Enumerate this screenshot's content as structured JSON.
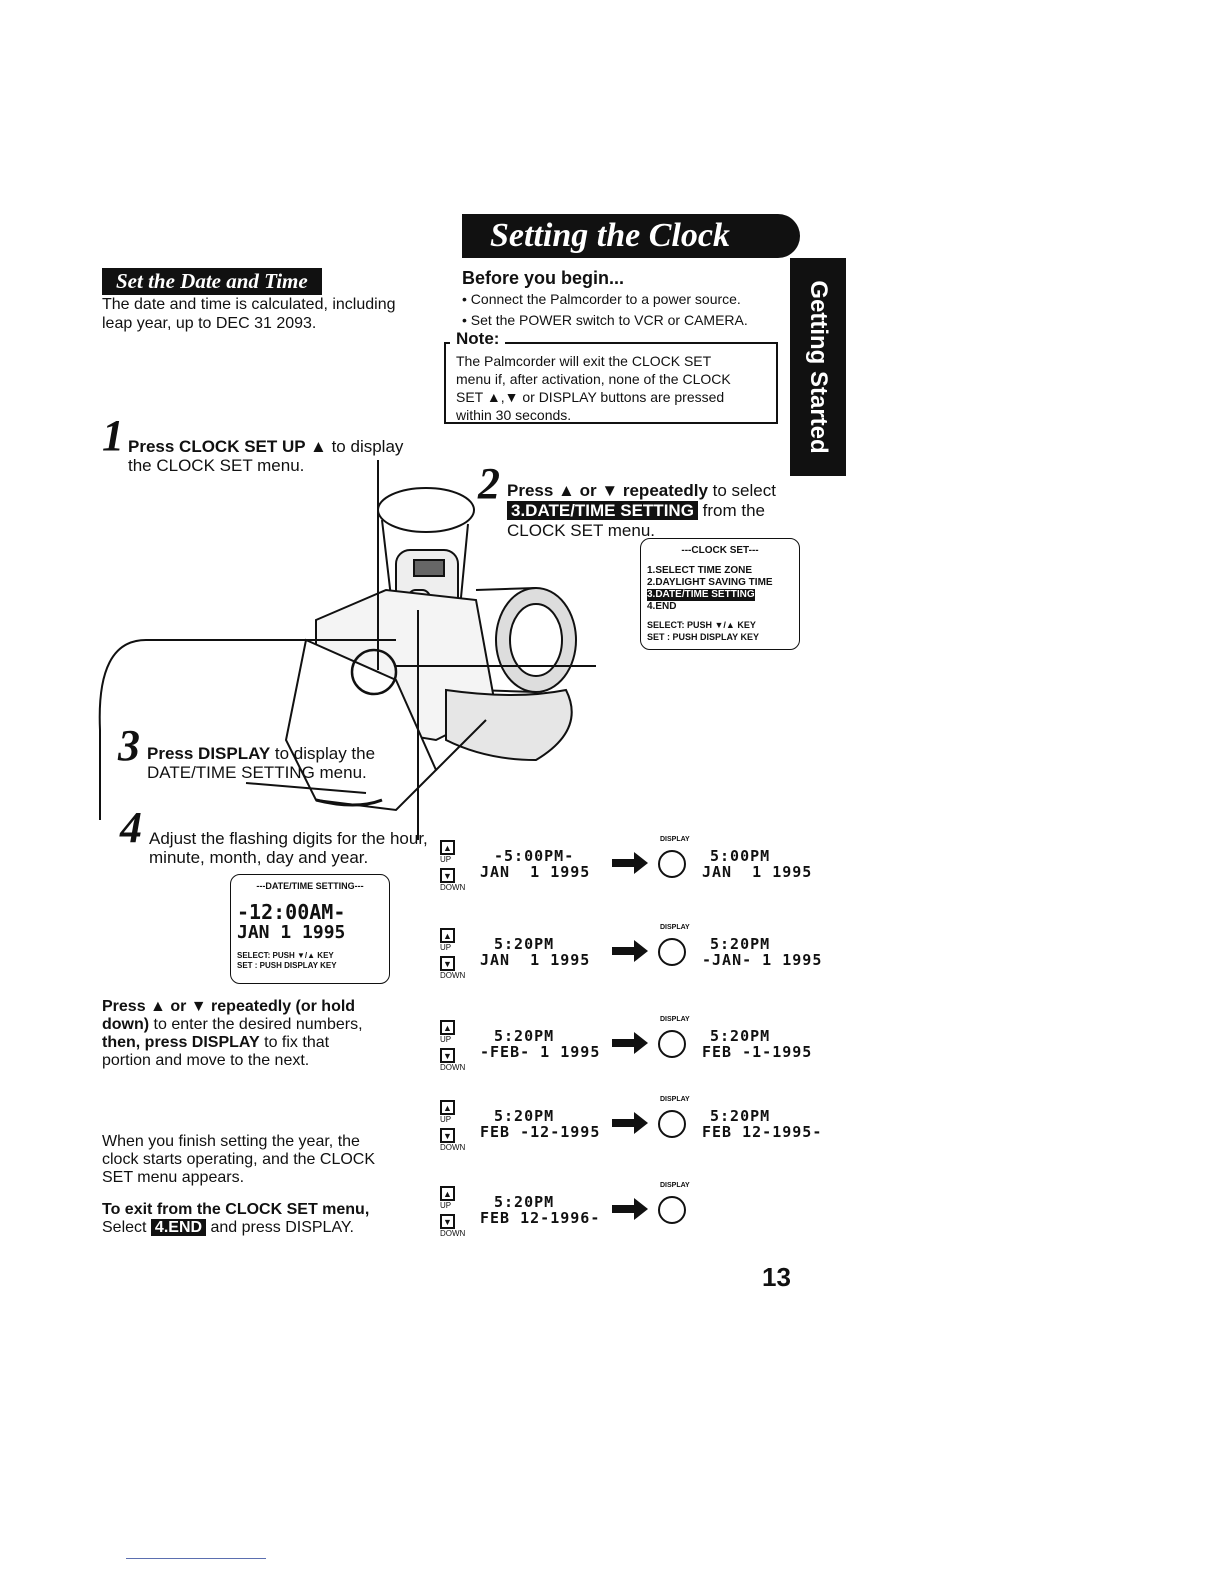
{
  "header": {
    "title": "Setting the Clock",
    "side_tab": "Getting Started"
  },
  "section": {
    "subtitle": "Set the Date and Time",
    "intro_line1": "The date and time is calculated, including",
    "intro_line2": "leap year, up to DEC 31 2093."
  },
  "before": {
    "title": "Before you begin...",
    "bullet1": "• Connect the Palmcorder to a power source.",
    "bullet2": "• Set the POWER switch to VCR or CAMERA."
  },
  "note": {
    "label": "Note:",
    "line1": "The Palmcorder will exit the CLOCK SET",
    "line2": "menu if, after activation, none of the CLOCK",
    "line3": "SET ▲,▼ or DISPLAY buttons are pressed",
    "line4": "within 30 seconds."
  },
  "steps": {
    "s1_num": "1",
    "s1_bold": "Press CLOCK SET UP ▲",
    "s1_rest": " to display",
    "s1_line2": "the CLOCK SET menu.",
    "s2_num": "2",
    "s2_bold": "Press ▲ or ▼ repeatedly",
    "s2_rest": " to select",
    "s2_highlight": "3.DATE/TIME SETTING",
    "s2_after": " from the",
    "s2_line3": "CLOCK SET menu.",
    "s3_num": "3",
    "s3_bold": "Press DISPLAY",
    "s3_rest": " to display the",
    "s3_line2": "DATE/TIME SETTING menu.",
    "s4_num": "4",
    "s4_line1": "Adjust the flashing digits for the hour,",
    "s4_line2": "minute, month, day and year."
  },
  "clock_menu": {
    "title": "---CLOCK SET---",
    "item1": "1.SELECT TIME ZONE",
    "item2": "2.DAYLIGHT SAVING TIME",
    "item3": "3.DATE/TIME SETTING",
    "item4": "4.END",
    "select": "SELECT: PUSH ▼/▲ KEY",
    "set": "SET    : PUSH DISPLAY KEY"
  },
  "datetime_menu": {
    "title": "---DATE/TIME SETTING---",
    "time": "-12:00AM-",
    "date": "JAN  1 1995",
    "select": "SELECT: PUSH ▼/▲ KEY",
    "set": "SET    : PUSH DISPLAY KEY"
  },
  "instructions": {
    "p1_bold1": "Press ▲ or ▼ repeatedly (or hold",
    "p1_bold2": "down)",
    "p1_rest1": " to enter the desired numbers,",
    "p1_bold3": "then, press DISPLAY",
    "p1_rest2": " to fix that",
    "p1_line4": "portion and move to the next.",
    "p2_line1": "When you finish setting the year, the",
    "p2_line2": "clock starts operating, and the CLOCK",
    "p2_line3": "SET menu appears.",
    "p3_bold": "To exit from the CLOCK SET menu,",
    "p3_pre": "Select ",
    "p3_highlight": "4.END",
    "p3_post": " and press DISPLAY."
  },
  "sequence": {
    "up_label": "UP",
    "down_label": "DOWN",
    "display_label": "DISPLAY",
    "rows": [
      {
        "before_time": "-5:00PM-",
        "before_date": "JAN  1 1995",
        "after_time": "5:00PM",
        "after_date": "JAN  1 1995"
      },
      {
        "before_time": "5:20PM",
        "before_date": "JAN  1 1995",
        "after_time": "5:20PM",
        "after_date": "-JAN- 1 1995"
      },
      {
        "before_time": "5:20PM",
        "before_date": "-FEB- 1 1995",
        "after_time": "5:20PM",
        "after_date": "FEB -1-1995"
      },
      {
        "before_time": "5:20PM",
        "before_date": "FEB -12-1995",
        "after_time": "5:20PM",
        "after_date": "FEB 12-1995-"
      },
      {
        "before_time": "5:20PM",
        "before_date": "FEB 12-1996-",
        "after_time": "",
        "after_date": ""
      }
    ]
  },
  "page_number": "13"
}
